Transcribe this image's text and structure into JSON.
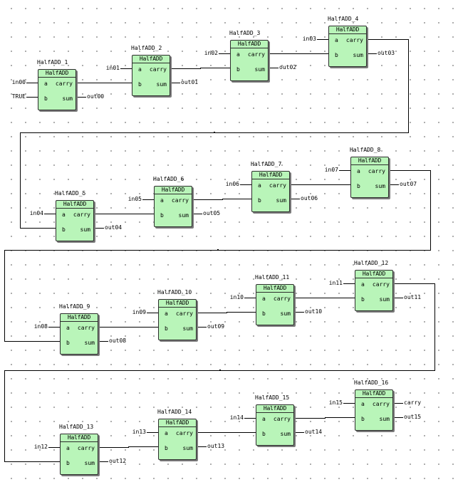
{
  "block_type": "HalfADD",
  "pins": {
    "a": "a",
    "b": "b",
    "carry": "carry",
    "sum": "sum"
  },
  "blocks": [
    {
      "name": "HalfADD_1",
      "a": "in00",
      "b": "TRUE",
      "carry": "",
      "sum": "out00"
    },
    {
      "name": "HalfADD_2",
      "a": "in01",
      "b": "",
      "carry": "",
      "sum": "out01"
    },
    {
      "name": "HalfADD_3",
      "a": "in02",
      "b": "",
      "carry": "",
      "sum": "out02"
    },
    {
      "name": "HalfADD_4",
      "a": "in03",
      "b": "",
      "carry": "",
      "sum": "out03"
    },
    {
      "name": "HalfADD_5",
      "a": "in04",
      "b": "",
      "carry": "",
      "sum": "out04"
    },
    {
      "name": "HalfADD_6",
      "a": "in05",
      "b": "",
      "carry": "",
      "sum": "out05"
    },
    {
      "name": "HalfADD_7",
      "a": "in06",
      "b": "",
      "carry": "",
      "sum": "out06"
    },
    {
      "name": "HalfADD_8",
      "a": "in07",
      "b": "",
      "carry": "",
      "sum": "out07"
    },
    {
      "name": "HalfADD_9",
      "a": "in08",
      "b": "",
      "carry": "",
      "sum": "out08"
    },
    {
      "name": "HalfADD_10",
      "a": "in09",
      "b": "",
      "carry": "",
      "sum": "out09"
    },
    {
      "name": "HalfADD_11",
      "a": "in10",
      "b": "",
      "carry": "",
      "sum": "out10"
    },
    {
      "name": "HalfADD_12",
      "a": "in11",
      "b": "",
      "carry": "",
      "sum": "out11"
    },
    {
      "name": "HalfADD_13",
      "a": "in12",
      "b": "",
      "carry": "",
      "sum": "out12"
    },
    {
      "name": "HalfADD_14",
      "a": "in13",
      "b": "",
      "carry": "",
      "sum": "out13"
    },
    {
      "name": "HalfADD_15",
      "a": "in14",
      "b": "",
      "carry": "",
      "sum": "out14"
    },
    {
      "name": "HalfADD_16",
      "a": "in15",
      "b": "",
      "carry": "carry",
      "sum": "out15"
    }
  ]
}
